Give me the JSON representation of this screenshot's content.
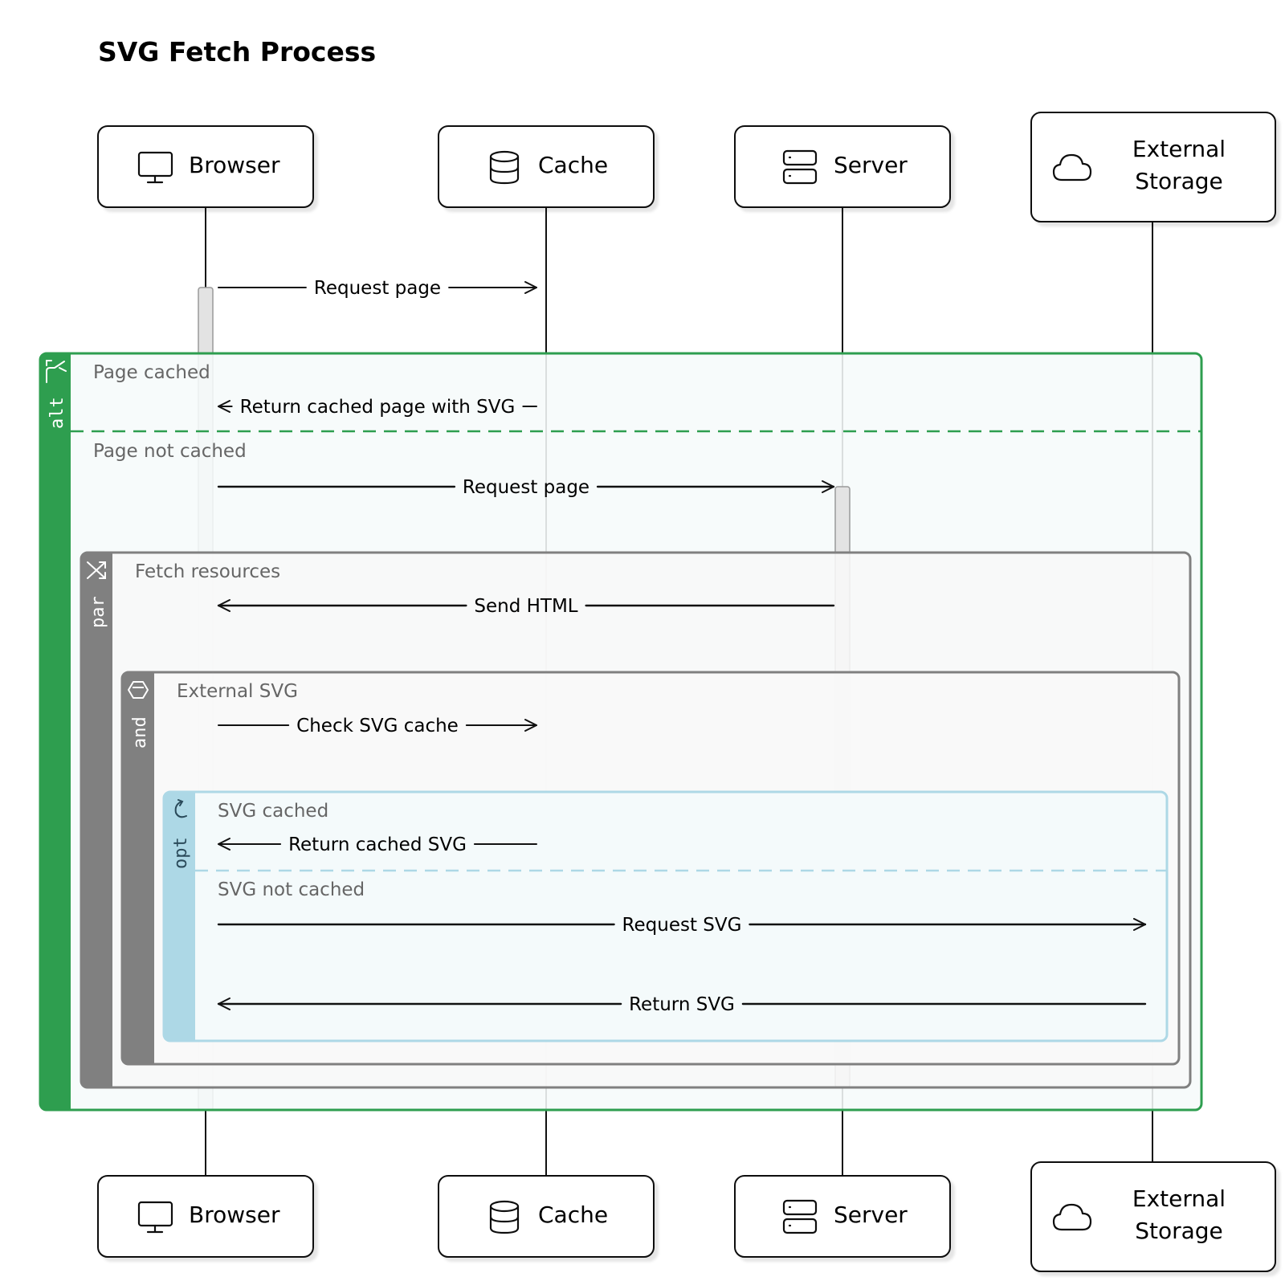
{
  "diagram": {
    "title": "SVG Fetch Process",
    "participants": [
      {
        "id": "browser",
        "label": [
          "Browser"
        ],
        "icon": "monitor-icon"
      },
      {
        "id": "cache",
        "label": [
          "Cache"
        ],
        "icon": "database-icon"
      },
      {
        "id": "server",
        "label": [
          "Server"
        ],
        "icon": "server-icon"
      },
      {
        "id": "storage",
        "label": [
          "External",
          "Storage"
        ],
        "icon": "cloud-icon"
      }
    ],
    "messages": [
      {
        "from": "browser",
        "to": "cache",
        "label": "Request page"
      },
      {
        "from": "cache",
        "to": "browser",
        "label": "Return cached page with SVG"
      },
      {
        "from": "browser",
        "to": "server",
        "label": "Request page"
      },
      {
        "from": "server",
        "to": "browser",
        "label": "Send HTML"
      },
      {
        "from": "browser",
        "to": "cache",
        "label": "Check SVG cache"
      },
      {
        "from": "cache",
        "to": "browser",
        "label": "Return cached SVG"
      },
      {
        "from": "browser",
        "to": "storage",
        "label": "Request SVG"
      },
      {
        "from": "storage",
        "to": "browser",
        "label": "Return SVG"
      }
    ],
    "fragments": [
      {
        "kind": "alt",
        "sections": [
          "Page cached",
          "Page not cached"
        ],
        "color": "#2e9e4f",
        "icon": "branch-icon"
      },
      {
        "kind": "par",
        "sections": [
          "Fetch resources"
        ],
        "color": "#808080",
        "icon": "shuffle-icon"
      },
      {
        "kind": "and",
        "sections": [
          "External SVG"
        ],
        "color": "#808080",
        "icon": "hexagon-icon"
      },
      {
        "kind": "opt",
        "sections": [
          "SVG cached",
          "SVG not cached"
        ],
        "color": "#add8e6",
        "icon": "loop-icon"
      }
    ]
  }
}
